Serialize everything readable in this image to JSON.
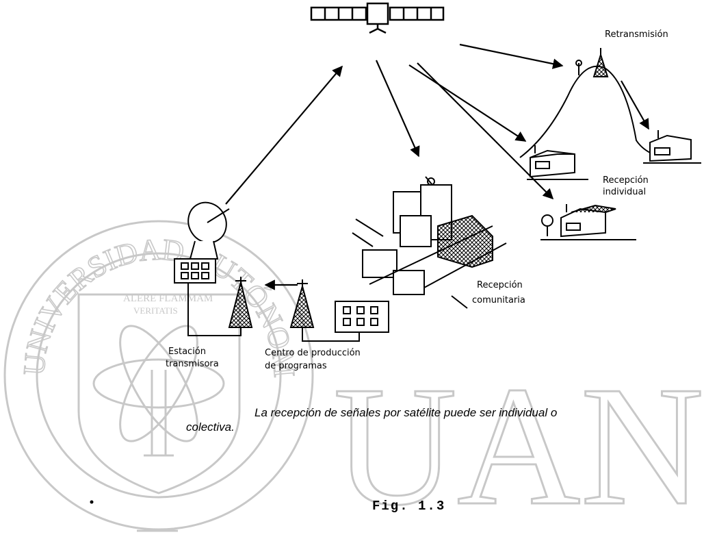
{
  "labels": {
    "retransmision": "Retransmisión",
    "recepcion_individual_1": "Recepción",
    "recepcion_individual_2": "individual",
    "recepcion_comunitaria_1": "Recepción",
    "recepcion_comunitaria_2": "comunitaria",
    "estacion_1": "Estación",
    "estacion_2": "transmisora",
    "centro_1": "Centro de producción",
    "centro_2": "de programas"
  },
  "caption": {
    "line1": "La recepción de señales por satélite puede ser individual o",
    "line2": "colectiva."
  },
  "figure_number": "Fig. 1.3",
  "watermark": {
    "ring_text": "UNIVERSIDAD AUTÓNOMA DE NUEVO LEÓN",
    "motto_1": "ALERE FLAMMAM",
    "motto_2": "VERITATIS",
    "acronym": "UAN",
    "color": "#c8c8c8"
  }
}
